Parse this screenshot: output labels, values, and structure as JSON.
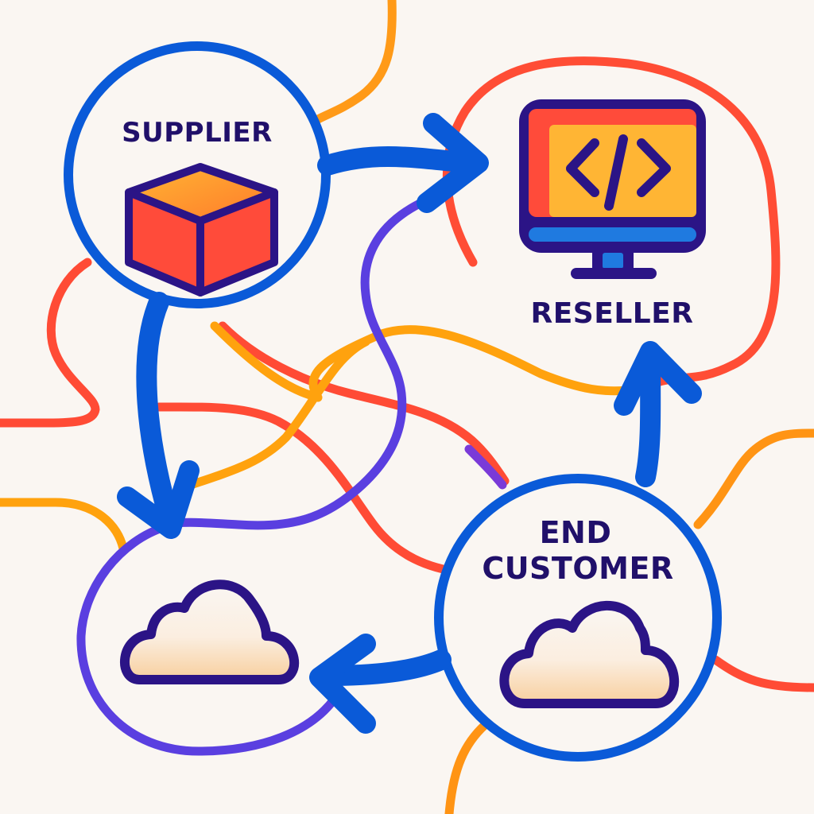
{
  "diagram": {
    "type": "flow-diagram",
    "colors": {
      "background": "#faf6f2",
      "node_ring": "#0a5ad8",
      "arrow": "#0a5ad8",
      "text": "#20106a",
      "curve_orange": "#ffa20e",
      "curve_red": "#ff4b35",
      "curve_purple": "#5a3fe0",
      "box_front": "#ff4b3a",
      "box_top": "#ffb534",
      "monitor_screen": "#ffb534",
      "monitor_bar": "#1f7ae0",
      "icon_outline": "#2b1486"
    },
    "nodes": [
      {
        "id": "supplier",
        "label": "SUPPLIER",
        "icon": "box-icon"
      },
      {
        "id": "reseller",
        "label": "RESELLER",
        "icon": "monitor-code-icon"
      },
      {
        "id": "cloud",
        "label": "",
        "icon": "cloud-icon"
      },
      {
        "id": "end_customer",
        "label_lines": [
          "END",
          "CUSTOMER"
        ],
        "icon": "cloud-icon"
      }
    ],
    "edges": [
      {
        "from": "supplier",
        "to": "reseller",
        "style": "arrow"
      },
      {
        "from": "supplier",
        "to": "cloud",
        "style": "arrow"
      },
      {
        "from": "end_customer",
        "to": "reseller",
        "style": "arrow"
      },
      {
        "from": "end_customer",
        "to": "cloud",
        "style": "arrow"
      }
    ],
    "code_glyph": "</>"
  }
}
